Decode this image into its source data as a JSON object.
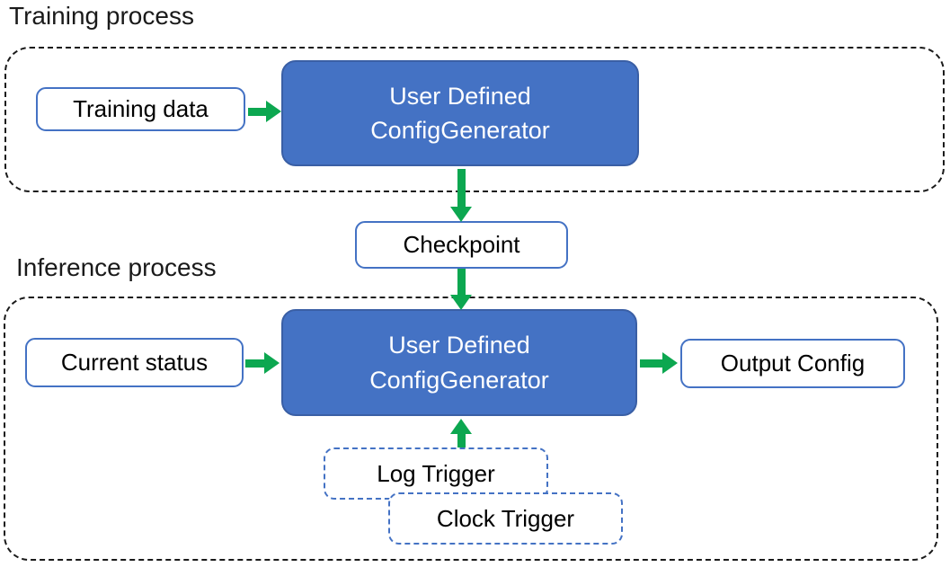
{
  "colors": {
    "box_blue_fill": "#4472C4",
    "box_blue_border": "#3A5FA5",
    "arrow_green": "#0CA750",
    "container_dash": "#1A1A1A",
    "text_dark": "#000000",
    "text_light": "#FFFFFF"
  },
  "training": {
    "title": "Training process",
    "input_label": "Training data",
    "generator": {
      "line1": "User Defined",
      "line2": "ConfigGenerator"
    }
  },
  "checkpoint": {
    "label": "Checkpoint"
  },
  "inference": {
    "title": "Inference process",
    "input_label": "Current status",
    "generator": {
      "line1": "User Defined",
      "line2": "ConfigGenerator"
    },
    "output_label": "Output Config",
    "triggers": {
      "log": "Log Trigger",
      "clock": "Clock Trigger"
    }
  }
}
